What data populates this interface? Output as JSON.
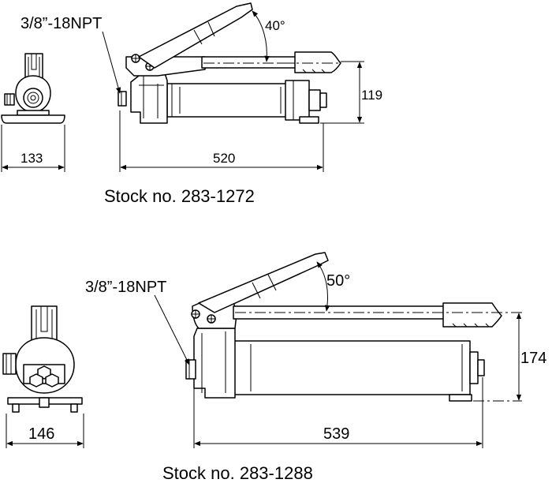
{
  "pump_1": {
    "port_label": "3/8”-18NPT",
    "angle_label": "40°",
    "height_label": "119",
    "width_label": "133",
    "length_label": "520",
    "caption": "Stock no. 283-1272"
  },
  "pump_2": {
    "port_label": "3/8”-18NPT",
    "angle_label": "50°",
    "height_label": "174",
    "width_label": "146",
    "length_label": "539",
    "caption": "Stock no. 283-1288"
  }
}
